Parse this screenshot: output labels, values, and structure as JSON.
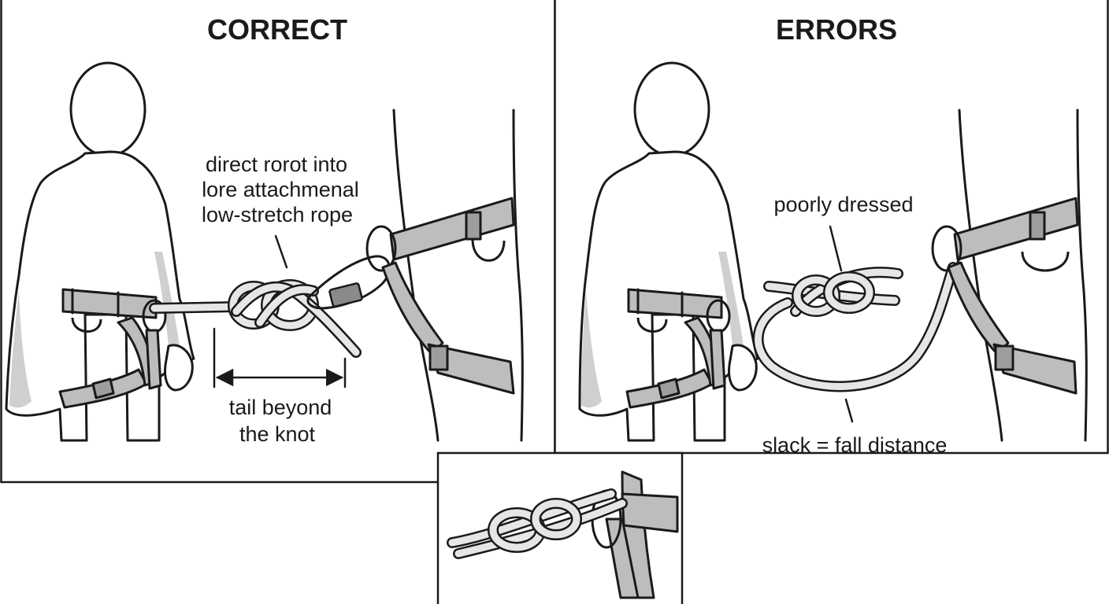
{
  "panels": {
    "correct": {
      "title": "CORRECT",
      "label_line1": "direct rorot into",
      "label_line2": "lore attachmenal",
      "label_line3": "low-stretch rope",
      "tail_line1": "tail beyond",
      "tail_line2": "the knot"
    },
    "errors": {
      "title": "ERRORS",
      "dressed_label": "poorly dressed",
      "slack_label": "slack = fall distance"
    }
  },
  "colors": {
    "ink": "#1a1a1a",
    "strap": "#bdbdbd",
    "rope": "#e6e6e6"
  }
}
